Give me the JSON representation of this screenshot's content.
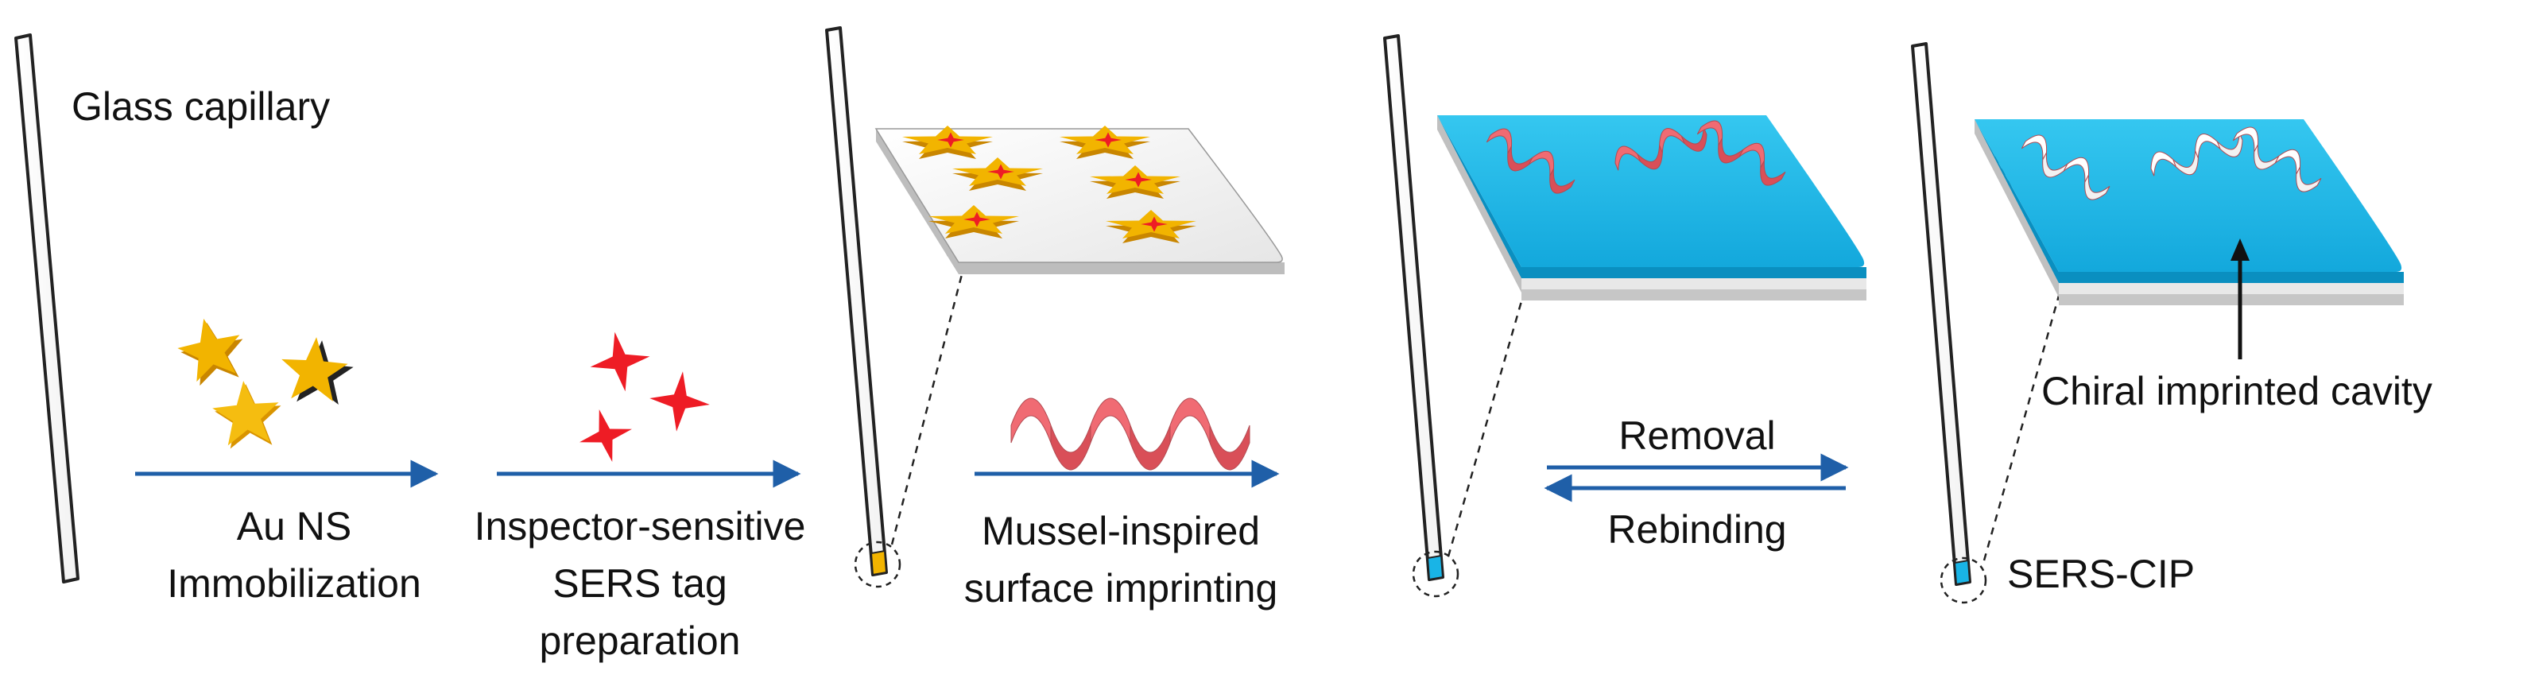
{
  "labels": {
    "glass_capillary": "Glass capillary",
    "au_ns_line1": "Au NS",
    "au_ns_line2": "Immobilization",
    "sers_tag_line1": "Inspector-sensitive",
    "sers_tag_line2": "SERS tag",
    "sers_tag_line3": "preparation",
    "mussel_line1": "Mussel-inspired",
    "mussel_line2": "surface imprinting",
    "removal": "Removal",
    "rebinding": "Rebinding",
    "sers_cip": "SERS-CIP",
    "cavity": "Chiral imprinted cavity"
  },
  "colors": {
    "arrow": "#1f5fa8",
    "gold": "#f2b400",
    "gold_dark": "#c98600",
    "tag_red": "#ee1c25",
    "film_blue": "#19b4e6",
    "film_blue_dark": "#0a8fc0",
    "template_pink": "#f06b73",
    "slab_grey": "#d8d8d8",
    "slab_light": "#f4f4f4"
  },
  "icons": {
    "star": "five-point-star-icon",
    "tag": "four-point-star-icon",
    "helix": "helix-ribbon-icon"
  }
}
